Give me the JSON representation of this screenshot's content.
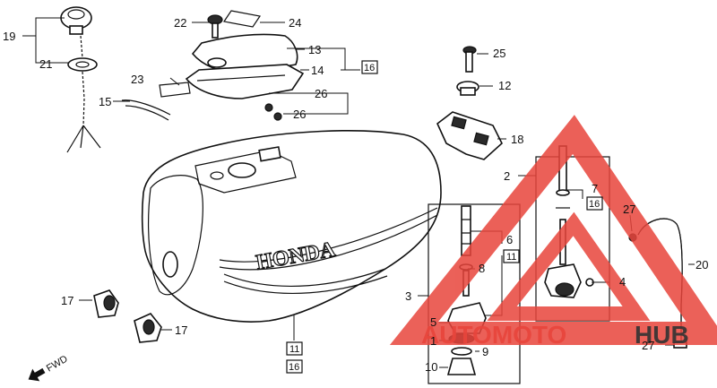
{
  "diagram": {
    "labels": {
      "p1": "1",
      "p2": "2",
      "p3": "3",
      "p4": "4",
      "p5": "5",
      "p6": "6",
      "p7": "7",
      "p8": "8",
      "p9": "9",
      "p10": "10",
      "p12": "12",
      "p13": "13",
      "p14": "14",
      "p15": "15",
      "p17a": "17",
      "p17b": "17",
      "p18": "18",
      "p19": "19",
      "p20": "20",
      "p21": "21",
      "p22": "22",
      "p23": "23",
      "p24": "24",
      "p25": "25",
      "p26a": "26",
      "p26b": "26",
      "p27a": "27",
      "p27b": "27"
    },
    "boxed": {
      "b16_top": "16",
      "b16_mid": "16",
      "b11_mid": "11",
      "b11_bottom": "11",
      "b16_bottom": "16"
    },
    "tank_brand": "HONDA",
    "fwd_label": "FWD"
  },
  "watermark": {
    "text_a": "AUTOMOTO",
    "text_b": "HUB",
    "color_red": "#e8453c",
    "color_dark": "#333333"
  }
}
